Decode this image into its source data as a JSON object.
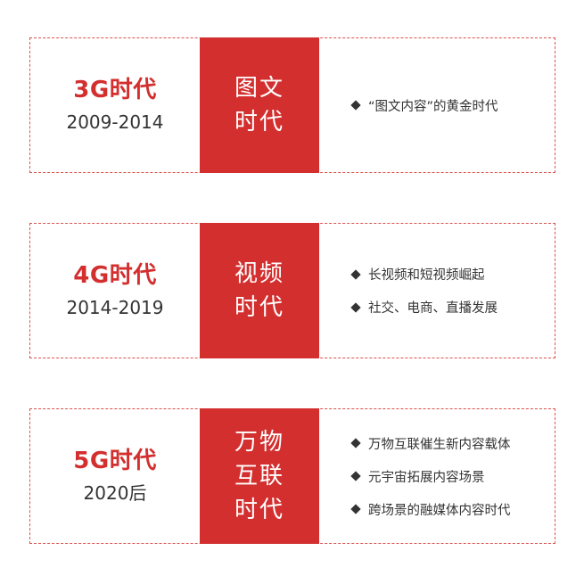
{
  "rows": [
    {
      "era": "3G时代",
      "years": "2009-2014",
      "theme_lines": [
        "图文",
        "时代"
      ],
      "features": [
        "“图文内容”的黄金时代"
      ]
    },
    {
      "era": "4G时代",
      "years": "2014-2019",
      "theme_lines": [
        "视频",
        "时代"
      ],
      "features": [
        "长视频和短视频崛起",
        "社交、电商、直播发展"
      ]
    },
    {
      "era": "5G时代",
      "years": "2020后",
      "theme_lines": [
        "万物",
        "互联",
        "时代"
      ],
      "features": [
        "万物互联催生新内容载体",
        "元宇宙拓展内容场景",
        "跨场景的融媒体内容时代"
      ]
    }
  ],
  "colors": {
    "accent": "#d32f2f",
    "text": "#333333",
    "border": "#d9534f"
  },
  "icons": {
    "bullet": "diamond-bullet-icon"
  }
}
